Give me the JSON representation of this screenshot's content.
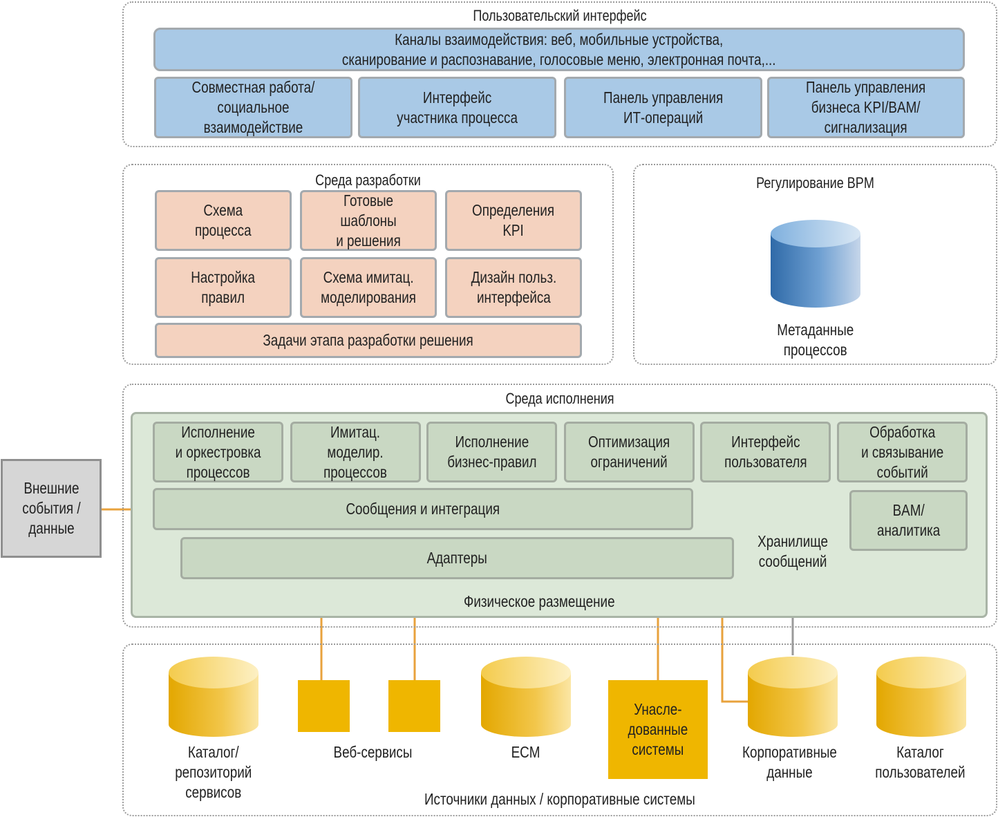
{
  "ui_section": {
    "title": "Пользовательский интерфейс",
    "channels": "Каналы взаимодействия: веб, мобильные устройства,\nсканирование и распознавание, голосовые меню, электронная почта,...",
    "boxes": [
      "Совместная работа/\nсоциальное\nвзаимодействие",
      "Интерфейс\nучастника процесса",
      "Панель управления\nИТ-операций",
      "Панель управления\nбизнеса KPI/BAM/\nсигнализация"
    ]
  },
  "dev_section": {
    "title": "Среда разработки",
    "boxes": [
      "Схема\nпроцесса",
      "Готовые\nшаблоны\nи решения",
      "Определения\nKPI",
      "Настройка\nправил",
      "Схема имитац.\nмоделирования",
      "Дизайн польз.\nинтерфейса"
    ],
    "tasks": "Задачи этапа разработки решения"
  },
  "governance_section": {
    "title": "Регулирование BPM",
    "metadata_label": "Метаданные\nпроцессов"
  },
  "runtime_section": {
    "title": "Среда исполнения",
    "boxes": [
      "Исполнение\nи оркестровка\nпроцессов",
      "Имитац.\nмоделир.\nпроцессов",
      "Исполнение\nбизнес-правил",
      "Оптимизация\nограничений",
      "Интерфейс\nпользователя",
      "Обработка\nи связывание\nсобытий"
    ],
    "messaging": "Сообщения и интеграция",
    "adapters": "Адаптеры",
    "message_store": "Хранилище\nсообщений",
    "bam": "BAM/\nаналитика",
    "physical": "Физическое размещение"
  },
  "external": "Внешние\nсобытия /\nданные",
  "sources_section": {
    "title": "Источники данных / корпоративные системы",
    "items": [
      "Каталог/\nрепозиторий\nсервисов",
      "Веб-сервисы",
      "ECM",
      "Унасле-\nдованные\nсистемы",
      "Корпоративные\nданные",
      "Каталог\nпользователей"
    ]
  },
  "colors": {
    "ui_box": "#a9c9e6",
    "dev_box": "#f4d2bf",
    "runtime_box": "#c9d8c3",
    "source_yellow": "#efb600",
    "connector_orange": "#e8a23c",
    "metadata_blue": "#3e78b5"
  }
}
